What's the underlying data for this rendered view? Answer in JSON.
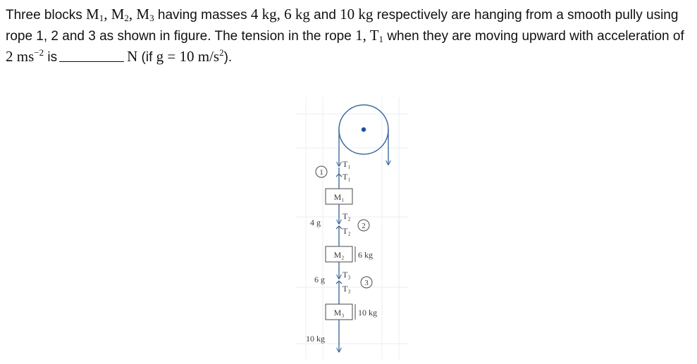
{
  "question": {
    "part1": "Three blocks ",
    "m1_sym": "M",
    "m1_sub": "1",
    "sep1": ", ",
    "m2_sym": "M",
    "m2_sub": "2",
    "sep2": ", ",
    "m3_sym": "M",
    "m3_sub": "3",
    "part2": " having masses ",
    "mass_a": "4 kg",
    "sep3": ", ",
    "mass_b": "6 kg",
    "part3": " and ",
    "mass_c": "10 kg",
    "part4": " respectively are hanging from a smooth pully using rope 1, 2 and 3 as shown in figure. The tension in the rope ",
    "rope_num": "1",
    "sep4": ", ",
    "t1_sym": "T",
    "t1_sub": "1",
    "part5": " when they are moving upward with acceleration of ",
    "accel_base": "2 ms",
    "accel_exp": "−2",
    "part6": " is",
    "unit": "N",
    "cond_open": " (if ",
    "g_expr": "g = 10 m/s",
    "g_exp": "2",
    "cond_close": ")."
  },
  "figure": {
    "rope1_label": "1",
    "rope2_label": "2",
    "rope3_label": "3",
    "t1_top": "T₁",
    "t1_bottom": "T₁",
    "t2_top": "T₂",
    "t2_bottom": "T₂",
    "t3_top": "T₃",
    "t3_bottom": "T₃",
    "block1": "M₁",
    "block2": "M₂",
    "block3": "M₃",
    "weight1": "4 g",
    "weight2": "6 g",
    "weight3": "10 kg",
    "mass2_label": "6 kg",
    "mass3_label": "10 kg",
    "colors": {
      "line": "#3f6a9c",
      "pulley_center": "#1f4fa0",
      "circle": "#4a4a4a",
      "grid": "#e9eef4"
    }
  }
}
